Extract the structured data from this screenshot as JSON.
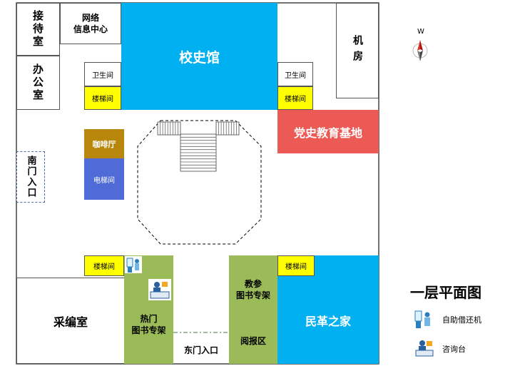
{
  "rooms": {
    "reception": "接待室",
    "network_center": "网络\n信息中心",
    "office": "办公室",
    "history_hall": "校史馆",
    "machine_room": "机房",
    "restroom_left": "卫生间",
    "stair_left_top": "楼梯间",
    "restroom_right": "卫生间",
    "stair_right_top": "楼梯间",
    "party_base": "党史教育基地",
    "cafe": "咖啡厅",
    "elevator": "电梯间",
    "south_entrance": "南门入口",
    "stair_left_bottom": "楼梯间",
    "stair_right_bottom": "楼梯间",
    "cataloging": "采编室",
    "hot_books": "热门\n图书专架",
    "east_entrance": "东门入口",
    "teaching_books": "教参\n图书专架",
    "newspaper": "阅报区",
    "folk_home": "民革之家"
  },
  "compass": {
    "label": "W"
  },
  "legend": {
    "title": "一层平面图",
    "self_service": "自助借还机",
    "info_desk": "咨询台"
  },
  "colors": {
    "history_blue": "#00b0f0",
    "folk_blue": "#00b0f0",
    "stair_yellow": "#ffff00",
    "party_red": "#ec5a55",
    "cafe_gold": "#b8860b",
    "elevator_blue": "#4f6bd8",
    "shelf_green": "#9bbb59"
  }
}
